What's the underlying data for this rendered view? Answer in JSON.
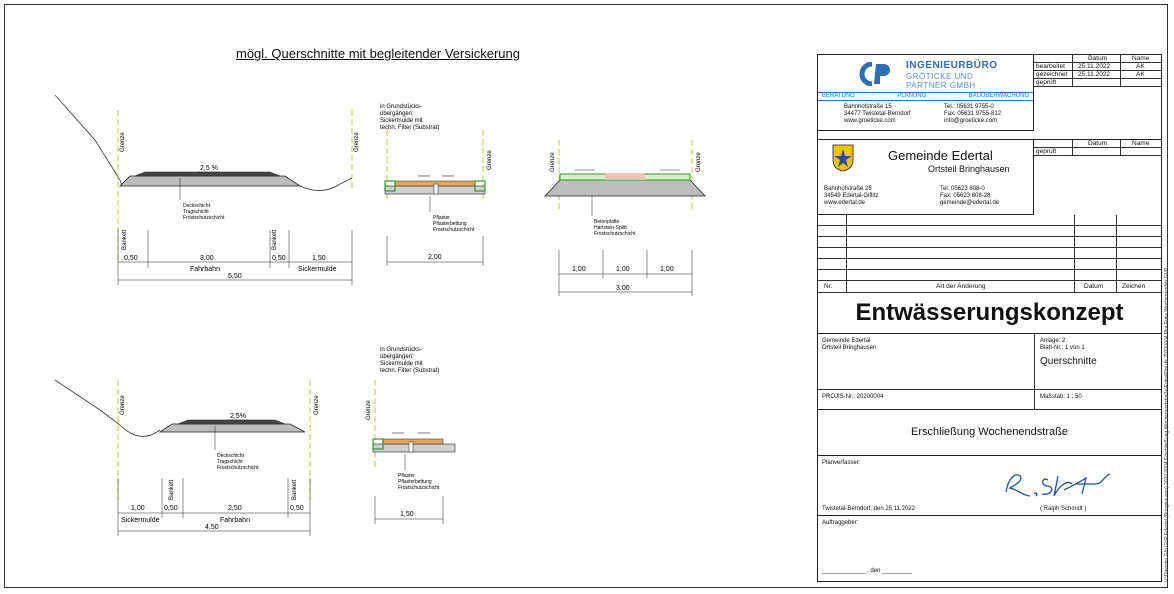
{
  "drawing_title": "mögl. Querschnitte mit begleitender Versickerung",
  "section1": {
    "grenze": "Grenze",
    "slope": "2,5 %",
    "layers": [
      "Deckschicht",
      "Tragschicht",
      "Frostschutzschicht"
    ],
    "bankett": "Bankett",
    "dims": [
      "0,50",
      "3,00",
      "0,50",
      "1,50"
    ],
    "labels": [
      "Fahrbahn",
      "Sickermulde"
    ],
    "total": "5,50"
  },
  "detail1": {
    "note": [
      "in Grundstücks-",
      "übergängen:",
      "Sickermulde mit",
      "techn. Filter (Substrat)"
    ],
    "layers": [
      "Pflaster",
      "Pflasterbettung",
      "Frostschutzschicht"
    ],
    "dim": "2,00",
    "grenze": "Grenze"
  },
  "section2": {
    "grenze": "Grenze",
    "layers": [
      "Betonplatte",
      "Hartstein-Splitt",
      "Frostschutzschicht"
    ],
    "dims": [
      "1,00",
      "1,00",
      "1,00"
    ],
    "total": "3,00"
  },
  "section3": {
    "grenze": "Grenze",
    "slope": "2,5%",
    "layers": [
      "Deckschicht",
      "Tragschicht",
      "Frostschutzschicht"
    ],
    "bankett": "Bankett",
    "dims": [
      "1,00",
      "0,50",
      "2,50",
      "0,50"
    ],
    "labels": [
      "Sickermulde",
      "Fahrbahn"
    ],
    "total": "4,50"
  },
  "detail2": {
    "note": [
      "in Grundstücks-",
      "übergängen:",
      "Sickermulde mit",
      "techn. Filter (Substrat)"
    ],
    "layers": [
      "Pflaster",
      "Pflasterbettung",
      "Frostschutzschicht"
    ],
    "dim": "1,50",
    "grenze": "Grenze"
  },
  "titleblock": {
    "firm": {
      "name1": "INGENIEURBÜRO",
      "name2": "GRÖTICKE UND",
      "name3": "PARTNER GMBH",
      "services": [
        "BERATUNG",
        "PLANUNG",
        "BAUÜBERWACHUNG"
      ],
      "address": [
        "Bahnhofstraße 15",
        "34477 Twistetal-Berndorf",
        "www.groeticke.com"
      ],
      "contact": [
        "Tel.: 05631 9755-0",
        "Fax: 05631 9755-812",
        "info@groeticke.com"
      ]
    },
    "status_header": {
      "date": "Datum",
      "name": "Name"
    },
    "status_rows": [
      {
        "label": "bearbeitet",
        "date": "25.11.2022",
        "name": "AK"
      },
      {
        "label": "gezeichnet",
        "date": "25.11.2022",
        "name": "AK"
      },
      {
        "label": "geprüft",
        "date": "",
        "name": ""
      }
    ],
    "client": {
      "name": "Gemeinde Edertal",
      "sub": "Ortsteil Bringhausen",
      "address": [
        "Bahnhofstraße 25",
        "34549 Edertal-Giflitz",
        "www.edertal.de"
      ],
      "contact": [
        "Tel: 05623 808-0",
        "Fax: 05623 808-28",
        "gemeinde@edertal.de"
      ],
      "status_label": "geprüft",
      "date": "Datum",
      "name_h": "Name"
    },
    "changes": {
      "nr": "Nr.",
      "art": "Art der Änderung",
      "datum": "Datum",
      "zeichen": "Zeichen"
    },
    "main_title": "Entwässerungskonzept",
    "project_left": [
      "Gemeinde Edertal",
      "Ortsteil Bringhausen"
    ],
    "anlage": "Anlage:  2",
    "blatt": "Blatt-Nr.:  1 von 1",
    "sheet_name": "Querschnitte",
    "projis": "PROJIS-Nr.:  20200004",
    "massstab": "Maßstab:  1 : 50",
    "project_name": "Erschließung Wochenendstraße",
    "planverfasser": "Planverfasser:",
    "place_date": "Twistetal-Berndorf, den 25.11.2022",
    "signer": "( Ralph Schmidt )",
    "auftraggeber": "Auftraggeber:",
    "sign_line": "_____________ , den _________",
    "side_path": "V:\\Dienste\\ Gfn GVP Edertal (Bringhausen) 2020 0004 Erschließung Wochenendstraße\\Entw\\Plot dir 20200004 Plot Entw Wochenendstr GVP"
  }
}
